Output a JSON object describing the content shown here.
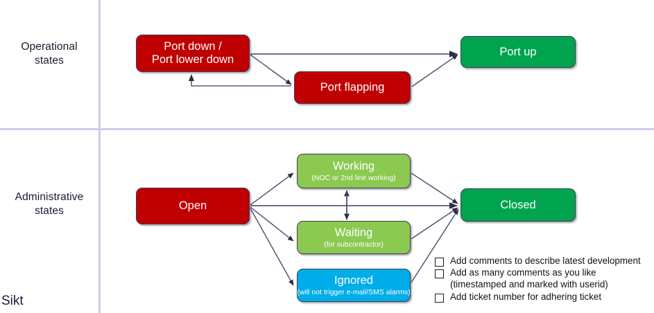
{
  "slide": {
    "brand": "Sikt",
    "background": "#ffffff",
    "divider_color": "#ccccf2"
  },
  "rows": {
    "operational": {
      "line1": "Operational",
      "line2": "states"
    },
    "administrative": {
      "line1": "Administrative",
      "line2": "states"
    }
  },
  "palette": {
    "red": "#c00000",
    "green": "#00a44e",
    "light_green": "#8cc951",
    "blue": "#00ade8",
    "arrow": "#3c3c5a",
    "text_dark": "#1a1a2e"
  },
  "operational_states": {
    "port_down": {
      "title": "Port down /\nPort lower down",
      "color": "#c00000"
    },
    "port_flapping": {
      "title": "Port flapping",
      "color": "#c00000"
    },
    "port_up": {
      "title": "Port up",
      "color": "#00a44e"
    }
  },
  "administrative_states": {
    "open": {
      "title": "Open",
      "color": "#c00000"
    },
    "working": {
      "title": "Working",
      "subtitle": "(NOC or 2nd line working)",
      "color": "#8cc951"
    },
    "waiting": {
      "title": "Waiting",
      "subtitle": "(for subcontractor)",
      "color": "#8cc951"
    },
    "ignored": {
      "title": "Ignored",
      "subtitle": "(will not trigger e-mail/SMS alarms)",
      "color": "#00ade8"
    },
    "closed": {
      "title": "Closed",
      "color": "#00a44e"
    }
  },
  "checklist": {
    "items": [
      {
        "text": "Add comments to describe latest development"
      },
      {
        "text": "Add as many comments as you like\n(timestamped and marked with userid)"
      },
      {
        "text": "Add ticket number for adhering ticket"
      }
    ]
  }
}
